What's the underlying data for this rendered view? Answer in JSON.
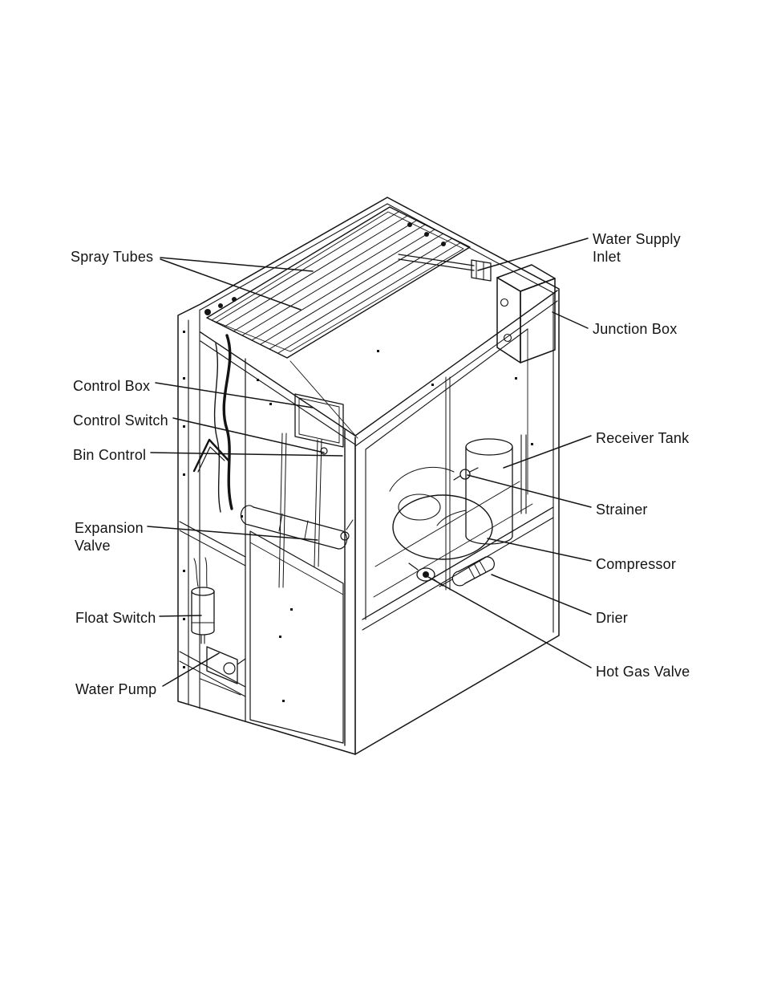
{
  "page": {
    "type": "scanned technical illustration page",
    "background_color": "#ffffff",
    "ink_color": "#141414"
  },
  "diagram": {
    "subject": "Ice machine cutaway parts-identification diagram (isometric view)",
    "labels": {
      "spray_tubes": "Spray Tubes",
      "water_supply_inlet": [
        "Water Supply",
        "Inlet"
      ],
      "junction_box": "Junction Box",
      "control_box": "Control Box",
      "control_switch": "Control Switch",
      "bin_control": "Bin Control",
      "receiver_tank": "Receiver Tank",
      "strainer": "Strainer",
      "expansion_valve": [
        "Expansion",
        "Valve"
      ],
      "compressor": "Compressor",
      "float_switch": "Float Switch",
      "drier": "Drier",
      "water_pump": "Water Pump",
      "hot_gas_valve": "Hot Gas Valve"
    }
  }
}
